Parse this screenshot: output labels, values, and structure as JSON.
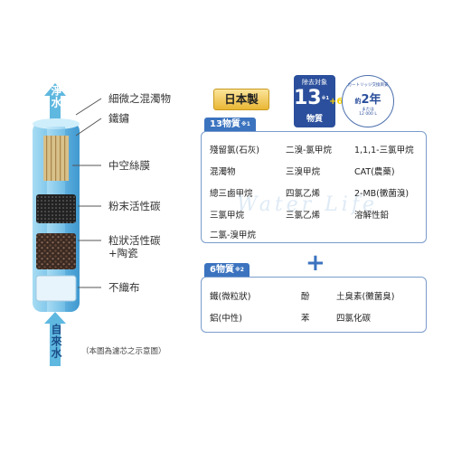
{
  "flow": {
    "outlet_label": "淨水",
    "inlet_label": "自來水"
  },
  "layers": [
    {
      "label": "細微之混濁物"
    },
    {
      "label": "鐵鏽"
    },
    {
      "label": "中空絲膜"
    },
    {
      "label": "粉末活性碳"
    },
    {
      "label": "粒狀活性碳\n+陶瓷"
    },
    {
      "label": "不織布"
    }
  ],
  "caption": "（本圖為濾芯之示意圖）",
  "badges": {
    "made_in": "日本製",
    "removal": {
      "caption": "除去対象",
      "count": "13",
      "plus": "+6",
      "note1": "※1",
      "note2": "※2",
      "unit": "物質"
    },
    "life": {
      "arc_text": "カートリッジ交換目安",
      "prefix": "約",
      "years": "2年",
      "sub1": "または",
      "sub2": "12 000 L"
    }
  },
  "group13": {
    "title": "13物質",
    "note": "※1",
    "items": [
      "殘留氯(石灰)",
      "二溴-氯甲烷",
      "1,1,1-三氯甲烷",
      "混濁物",
      "三溴甲烷",
      "CAT(農藥)",
      "總三鹵甲烷",
      "四氯乙烯",
      "2-MB(黴菌溴)",
      "三氯甲烷",
      "三氯乙烯",
      "溶解性鉛",
      "二氯-溴甲烷"
    ]
  },
  "plus_symbol": "+",
  "group6": {
    "title": "6物質",
    "note": "※2",
    "items": [
      "鐵(微粒狀)",
      "酚",
      "土臭素(黴菌臭)",
      "鋁(中性)",
      "苯",
      "四氯化碳"
    ]
  },
  "watermark": "Water Life",
  "colors": {
    "accent": "#3b73bf",
    "badge_blue": "#2b4f9c",
    "gold": "#e9b735",
    "cartridge": "#7cc3e8"
  }
}
